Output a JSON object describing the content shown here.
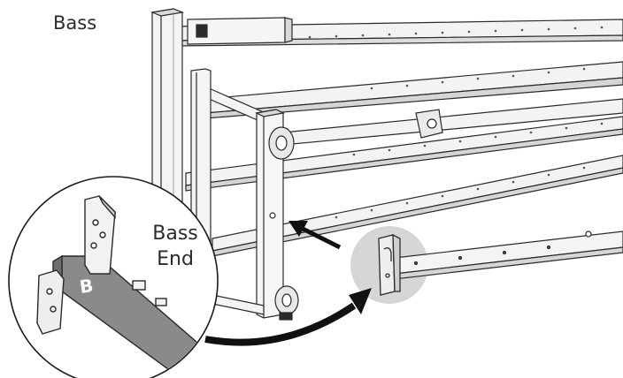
{
  "title": "Bass",
  "callout": {
    "label_line1": "Bass",
    "label_line2": "End",
    "part_letter": "B"
  },
  "colors": {
    "line": "#2a2a2a",
    "metal_light": "#f2f2f2",
    "metal_mid": "#d9d9d9",
    "bar_dark": "#8a8a8a",
    "highlight": "#d3d3d3",
    "arrow": "#111111"
  }
}
